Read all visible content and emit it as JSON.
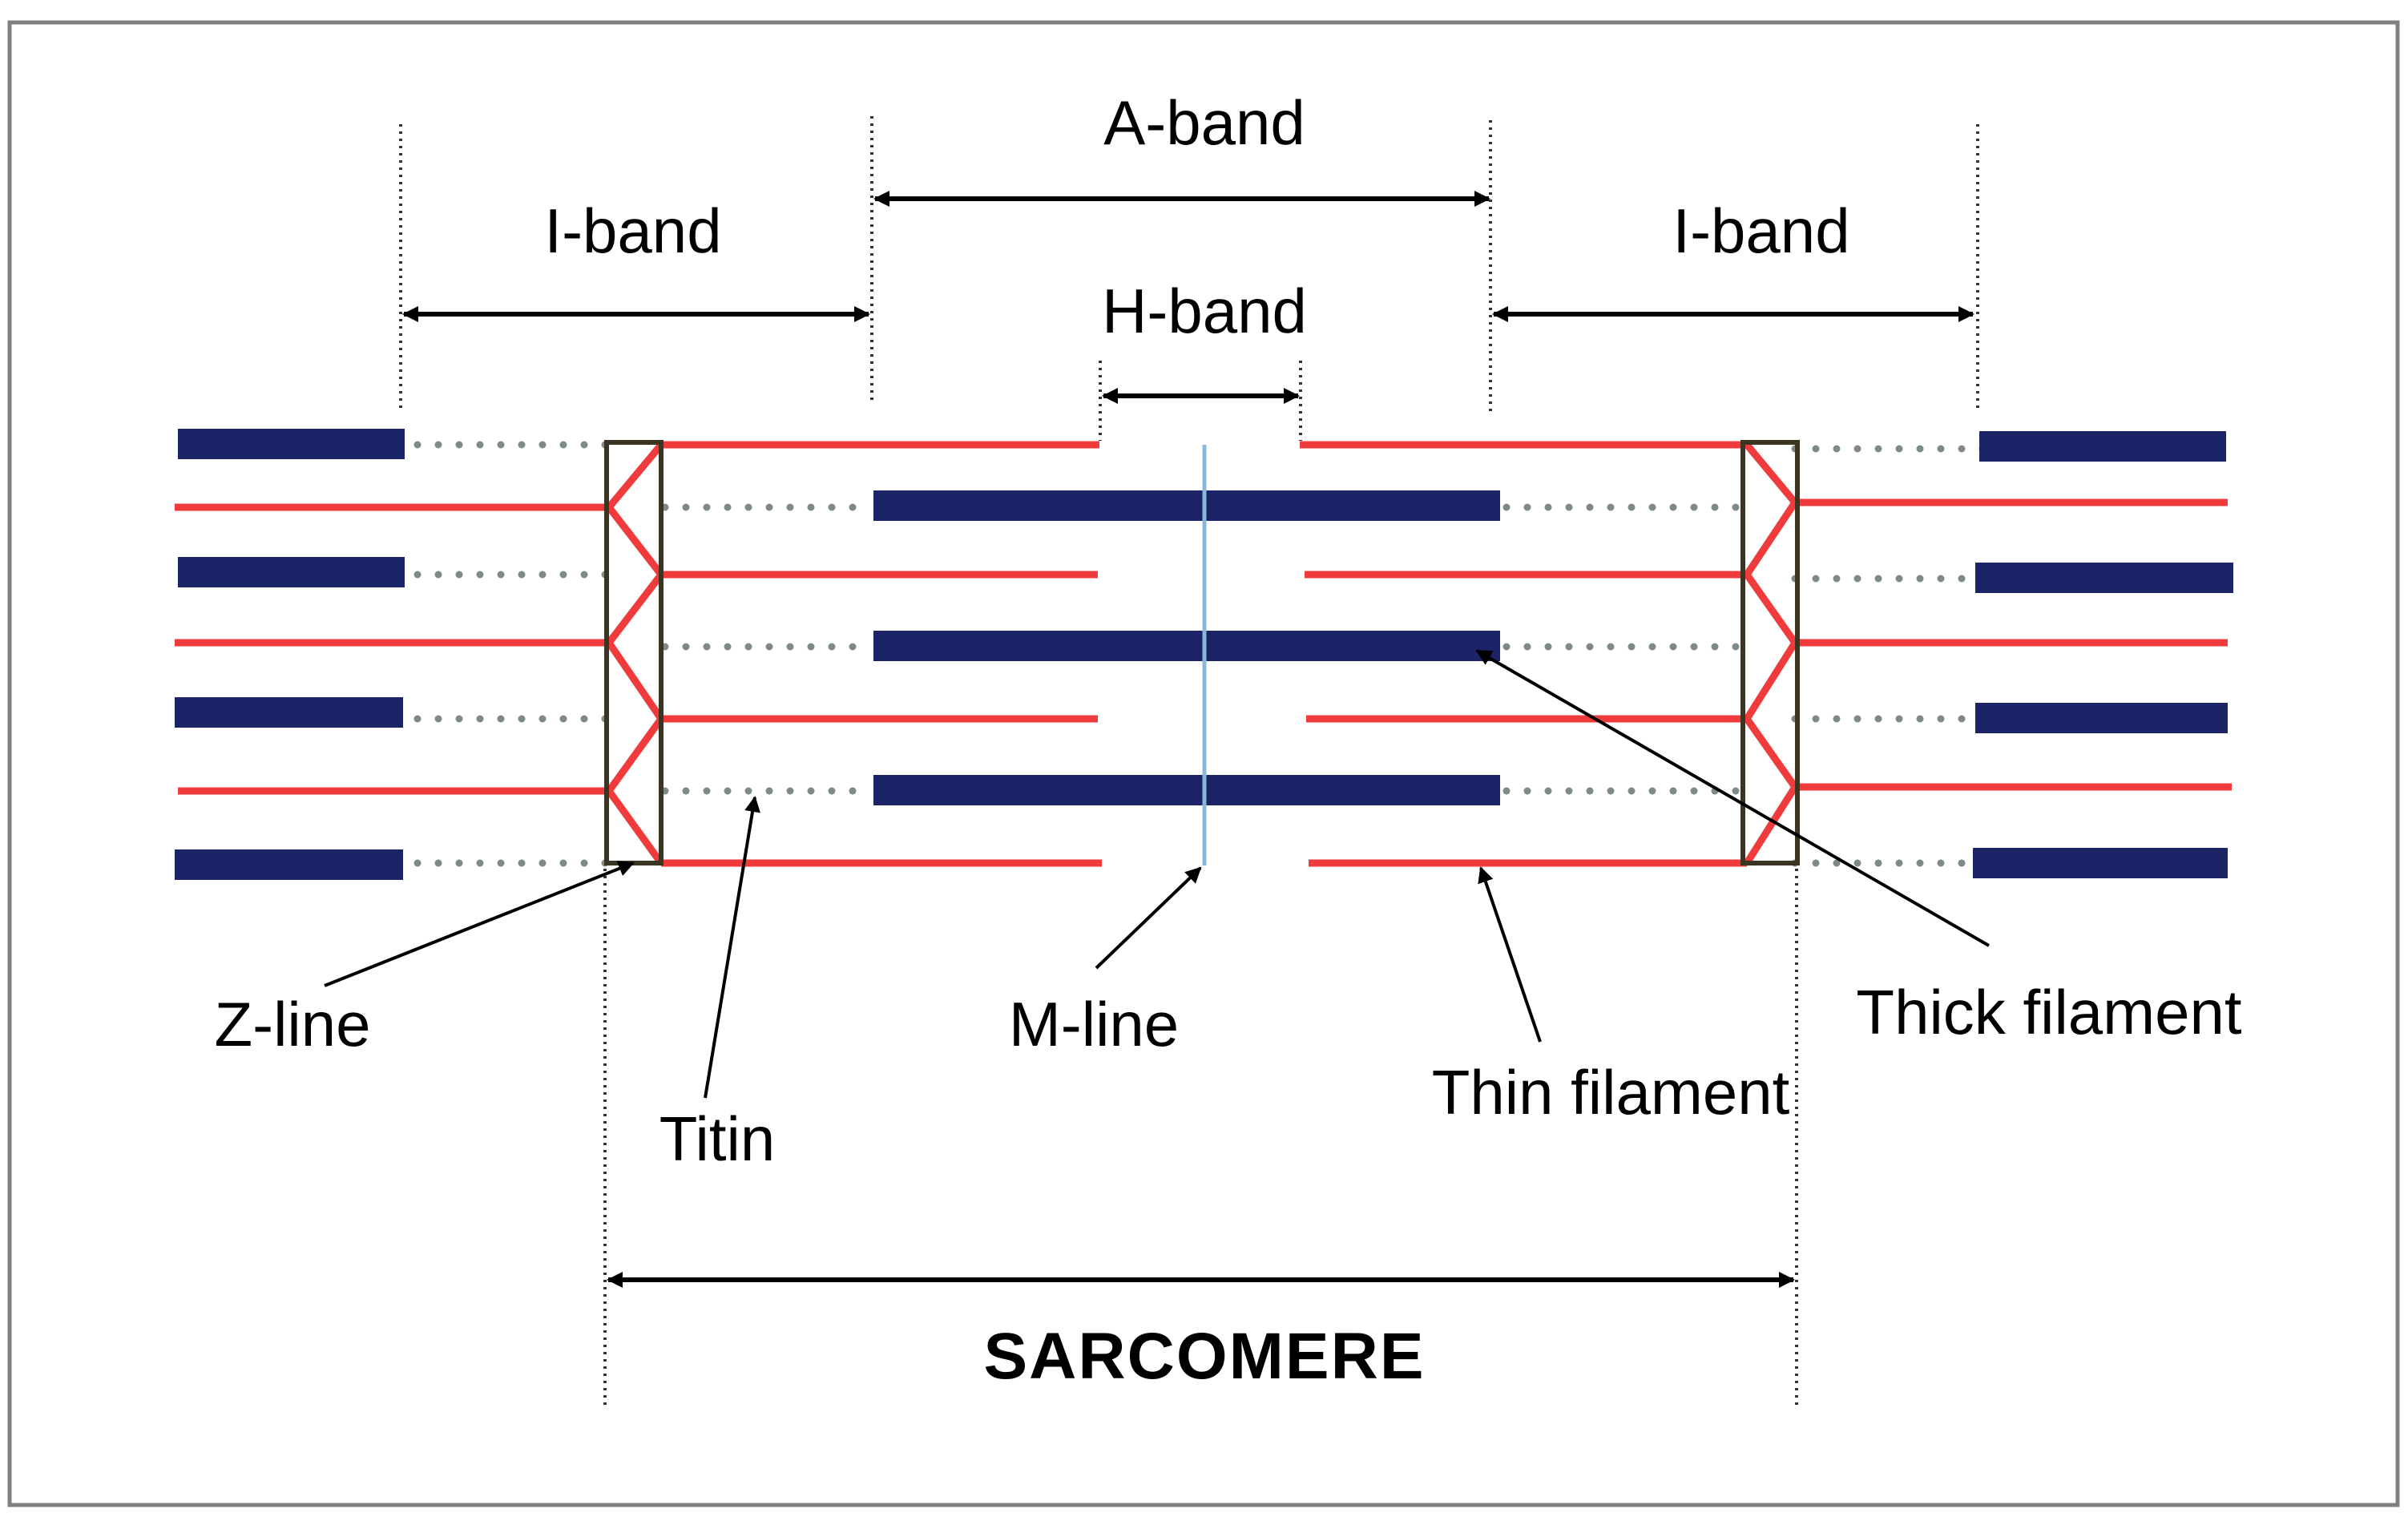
{
  "labels": {
    "a_band": "A-band",
    "i_band_left": "I-band",
    "i_band_right": "I-band",
    "h_band": "H-band",
    "z_line": "Z-line",
    "titin": "Titin",
    "m_line": "M-line",
    "thin_filament": "Thin filament",
    "thick_filament": "Thick filament",
    "sarcomere": "SARCOMERE"
  },
  "colors": {
    "thick_filament": "#1a2466",
    "thin_filament": "#ef3b3b",
    "titin": "#7d8a86",
    "z_disc": "#3a3422",
    "m_line": "#8ab8dc",
    "frame": "#808080",
    "text": "#000000"
  }
}
